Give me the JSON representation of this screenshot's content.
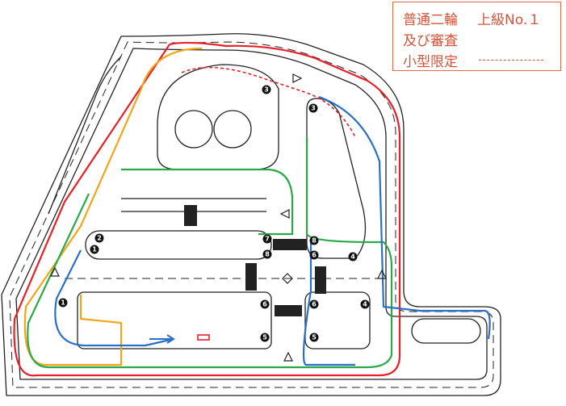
{
  "legend": {
    "course_title": "普通二輪",
    "grade": "上級No.１",
    "line2": "及び審査",
    "limited_label": "小型限定",
    "limited_line_color": "#d2553a"
  },
  "routes": [
    {
      "color_name": "red",
      "color": "#e8202a"
    },
    {
      "color_name": "orange",
      "color": "#f2a51a"
    },
    {
      "color_name": "green",
      "color": "#2aa84a"
    },
    {
      "color_name": "blue",
      "color": "#2a6fc8"
    },
    {
      "color_name": "red-dashed",
      "color": "#e8202a"
    }
  ],
  "markers": {
    "m1a": "1",
    "m1b": "1",
    "m2": "2",
    "m3a": "3",
    "m3b": "3",
    "m4a": "4",
    "m4b": "4",
    "m5a": "5",
    "m5b": "5",
    "m6a": "6",
    "m6b": "6",
    "m6c": "6",
    "m7": "7",
    "m8a": "8",
    "m8b": "8"
  }
}
